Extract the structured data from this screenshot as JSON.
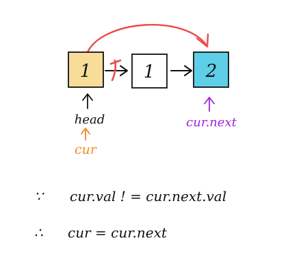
{
  "nodes": [
    {
      "value": "1",
      "fill": "#f8dc9a"
    },
    {
      "value": "1",
      "fill": "#ffffff"
    },
    {
      "value": "2",
      "fill": "#5fcfe8"
    }
  ],
  "labels": {
    "head": "head",
    "cur": "cur",
    "cur_next": "cur.next"
  },
  "code": {
    "line1_symbol": "∵",
    "line1_text": "cur.val  ! = cur.next.val",
    "line2_symbol": "∴",
    "line2_text": "cur = cur.next"
  },
  "colors": {
    "ink": "#111111",
    "cur_label": "#f28a1e",
    "cur_next_label": "#a020e0",
    "redirect_arrow": "#ee4a4a"
  }
}
